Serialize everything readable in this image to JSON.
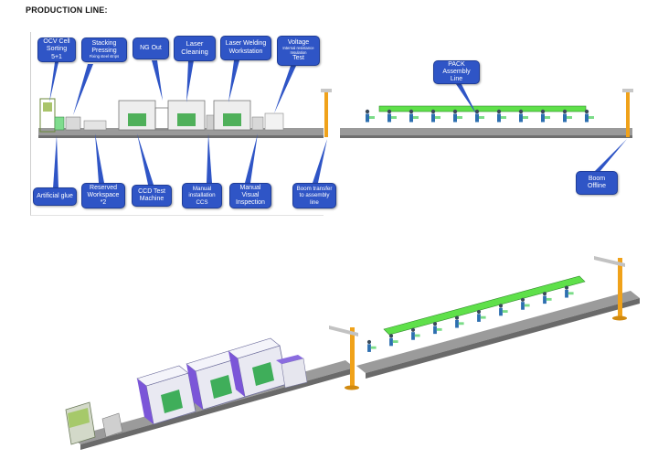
{
  "page_title": "PRODUCTION LINE:",
  "callouts": {
    "ocv": {
      "line1": "OCV Cell",
      "line2": "Sorting",
      "line3": "5+1"
    },
    "stacking": {
      "line1": "Stacking",
      "line2": "Pressing",
      "sub": "Fixing steel strips"
    },
    "ng_out": {
      "text": "NG Out"
    },
    "laser_cleaning": {
      "line1": "Laser",
      "line2": "Cleaning"
    },
    "laser_welding": {
      "line1": "Laser Welding",
      "line2": "Workstation"
    },
    "voltage": {
      "line1": "Voltage",
      "sub1": "Internal resistance",
      "sub2": "Insulation",
      "line2": "Test"
    },
    "pack": {
      "line1": "PACK",
      "line2": "Assembly Line"
    },
    "artificial_glue": {
      "text": "Artificial glue"
    },
    "reserved": {
      "line1": "Reserved",
      "line2": "Workspace",
      "line3": "*2"
    },
    "ccd": {
      "line1": "CCD Test",
      "line2": "Machine"
    },
    "manual_ccs": {
      "line1": "Manual",
      "line2": "installation",
      "line3": "CCS"
    },
    "manual_visual": {
      "line1": "Manual",
      "line2": "Visual",
      "line3": "Inspection"
    },
    "boom_transfer": {
      "line1": "Boom transfer",
      "line2": "to assembly",
      "line3": "line"
    },
    "boom_offline": {
      "line1": "Boom",
      "line2": "Offline"
    }
  },
  "colors": {
    "callout_fill": "#2f55c6",
    "green_cover": "#5fe04a",
    "machine_purple": "#7b56d8",
    "boom_orange": "#f0a21a",
    "conveyor_gray": "#8a8a8a"
  }
}
